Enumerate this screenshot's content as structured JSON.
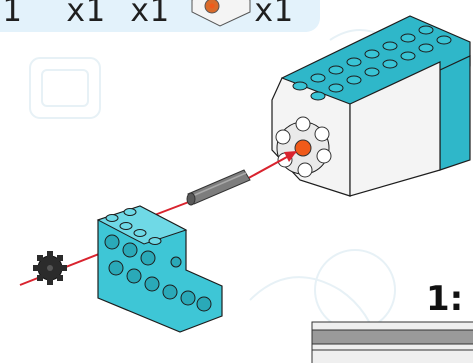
{
  "parts_callout": {
    "quantities": [
      "1",
      "x1",
      "x1",
      "x1"
    ]
  },
  "scale_label": "1:",
  "colors": {
    "callout_bg": "#e3f2fb",
    "brick_teal": "#3ec6d6",
    "motor_teal": "#2fb7c9",
    "motor_white": "#f4f4f4",
    "axle_grey": "#7d7d7d",
    "gear_dark": "#2b2b2b",
    "assembly_line": "#d9232e",
    "motor_port": "#f05a1a"
  },
  "icons": {
    "motor": "motor-icon",
    "axle": "axle-icon",
    "gear": "gear-icon",
    "beam": "beam-icon",
    "arrow": "assembly-arrow-icon"
  }
}
